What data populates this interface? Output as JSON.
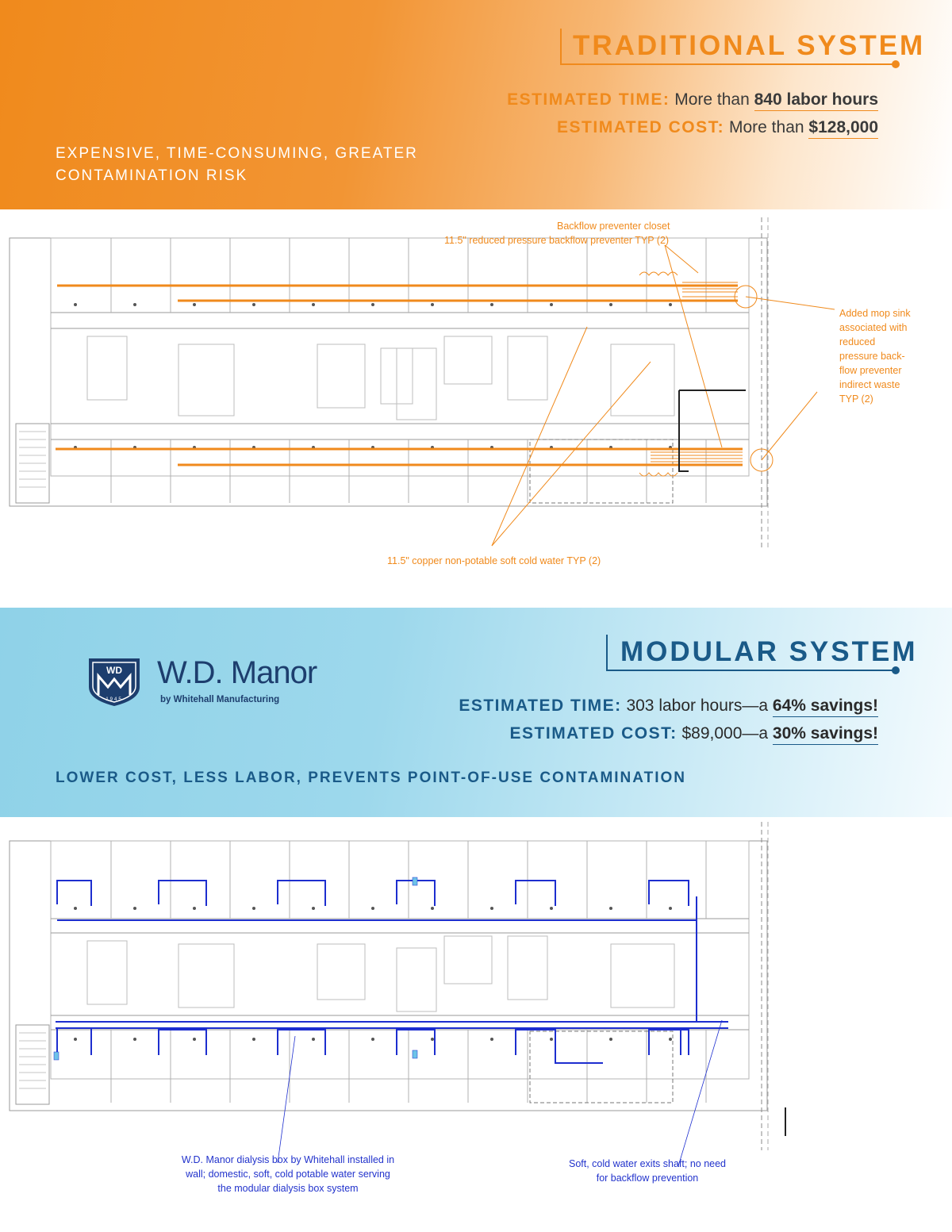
{
  "traditional": {
    "title": "TRADITIONAL SYSTEM",
    "time_label": "ESTIMATED TIME:",
    "time_text": "More than",
    "time_value": "840 labor hours",
    "cost_label": "ESTIMATED COST:",
    "cost_text": "More than",
    "cost_value": "$128,000",
    "tagline": "EXPENSIVE, TIME-CONSUMING, GREATER CONTAMINATION RISK",
    "accent_color": "#f08a1c"
  },
  "traditional_plan": {
    "callouts": {
      "backflow_closet": "Backflow preventer closet",
      "backflow_size": "11.5\" reduced pressure backflow preventer TYP (2)",
      "mop_sink": "Added mop sink associated with reduced pressure back-flow preventer indirect waste TYP (2)",
      "copper_pipe": "11.5\" copper non-potable soft cold water TYP (2)"
    }
  },
  "brand": {
    "logo_letters": "WD",
    "logo_year": "1945",
    "name": "W.D. Manor",
    "subtitle": "by Whitehall Manufacturing",
    "color": "#1d3e6e"
  },
  "modular": {
    "title": "MODULAR SYSTEM",
    "time_label": "ESTIMATED TIME:",
    "time_text": "303 labor hours—a",
    "time_value": "64% savings!",
    "cost_label": "ESTIMATED COST:",
    "cost_text": "$89,000—a",
    "cost_value": "30% savings!",
    "tagline": "LOWER COST, LESS LABOR, PREVENTS POINT-OF-USE CONTAMINATION",
    "accent_color": "#1a5a88"
  },
  "modular_plan": {
    "callouts": {
      "dialysis_box": "W.D. Manor dialysis box by Whitehall installed in wall; domestic, soft, cold potable water serving the modular dialysis box system",
      "shaft": "Soft, cold water exits shaft; no need for backflow prevention"
    }
  }
}
